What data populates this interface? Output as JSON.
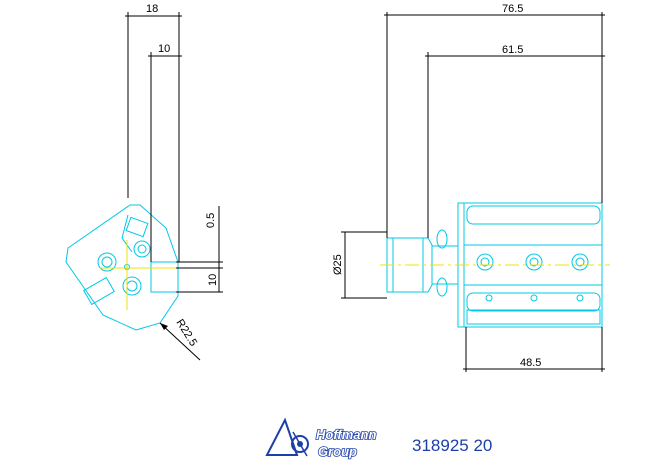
{
  "drawing": {
    "left_view": {
      "dimensions": {
        "width_18": "18",
        "width_10": "10",
        "offset_0_5": "0.5",
        "height_10": "10",
        "radius": "R22.5"
      }
    },
    "right_view": {
      "dimensions": {
        "length_76_5": "76.5",
        "length_61_5": "61.5",
        "length_48_5": "48.5",
        "diameter": "Ø25"
      }
    },
    "colors": {
      "outline": "#00c8e6",
      "centerline": "#f0e000",
      "dimension": "#000000",
      "brand": "#1d3fa8"
    }
  },
  "footer": {
    "logo_line1": "Hoffmann",
    "logo_line2": "Group",
    "part_number": "318925 20"
  }
}
